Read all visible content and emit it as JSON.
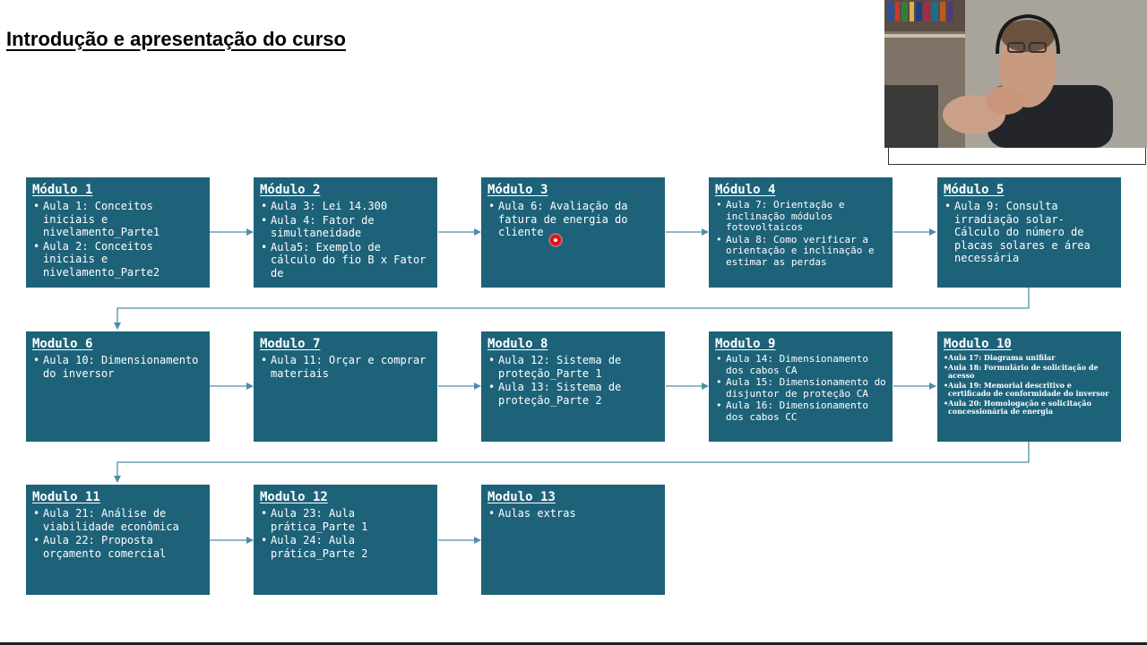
{
  "title": "Introdução e apresentação do curso",
  "modules": [
    {
      "title": "Módulo 1",
      "items": [
        "Aula 1: Conceitos iniciais e nivelamento_Parte1",
        "Aula 2: Conceitos iniciais e nivelamento_Parte2"
      ]
    },
    {
      "title": "Módulo 2",
      "items": [
        "Aula 3: Lei 14.300",
        "Aula 4: Fator de simultaneidade",
        "Aula5: Exemplo de cálculo do fio B x Fator de"
      ]
    },
    {
      "title": "Módulo 3",
      "items": [
        "Aula 6: Avaliação da fatura de energia do cliente"
      ]
    },
    {
      "title": "Módulo 4",
      "items": [
        "Aula 7: Orientação e inclinação módulos fotovoltaicos",
        "Aula 8: Como verificar a orientação e inclinação e estimar as perdas"
      ]
    },
    {
      "title": "Módulo 5",
      "items": [
        "Aula 9: Consulta irradiação solar- Cálculo do número de placas solares e área necessária"
      ]
    },
    {
      "title": "Modulo 6",
      "items": [
        "Aula 10: Dimensionamento do inversor"
      ]
    },
    {
      "title": "Modulo 7",
      "items": [
        "Aula 11: Orçar e comprar materiais"
      ]
    },
    {
      "title": "Modulo 8",
      "items": [
        "Aula 12: Sistema de proteção_Parte 1",
        "Aula 13: Sistema de proteção_Parte 2"
      ]
    },
    {
      "title": "Modulo 9",
      "items": [
        "Aula 14: Dimensionamento dos cabos CA",
        "Aula 15: Dimensionamento do disjuntor de proteção CA",
        "Aula 16: Dimensionamento dos cabos CC"
      ]
    },
    {
      "title": "Modulo 10",
      "items": [
        "Aula 17: Diagrama unifilar",
        "Aula 18: Formulário de solicitação de acesso",
        "Aula 19: Memorial descritivo e certificado de conformidade do inversor",
        "Aula 20: Homologação e solicitação concessionária de energia"
      ]
    },
    {
      "title": "Modulo 11",
      "items": [
        "Aula 21: Análise de viabilidade econômica",
        "Aula 22: Proposta orçamento comercial"
      ]
    },
    {
      "title": "Modulo 12",
      "items": [
        "Aula 23: Aula prática_Parte 1",
        "Aula 24: Aula prática_Parte 2"
      ]
    },
    {
      "title": "Modulo 13",
      "items": [
        "Aulas extras"
      ]
    }
  ],
  "colors": {
    "box": "#1d6279",
    "connector": "#4e8ea6",
    "title": "#000000"
  }
}
